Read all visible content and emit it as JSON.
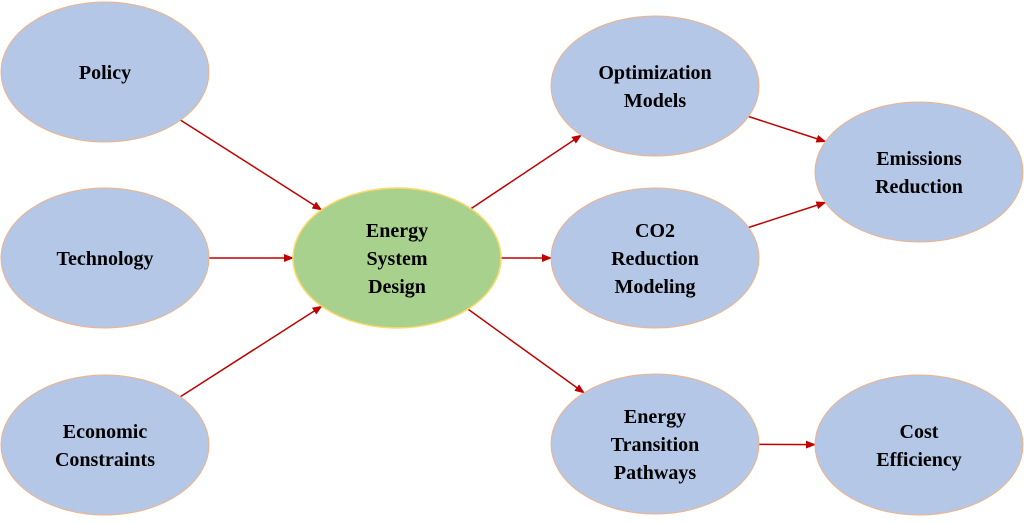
{
  "diagram": {
    "colors": {
      "node_fill": "#b4c7e7",
      "node_stroke": "#f4b183",
      "center_fill": "#a9d18e",
      "center_stroke": "#ffd966",
      "arrow": "#c00000"
    },
    "nodes": [
      {
        "id": "policy",
        "lines": [
          "Policy"
        ],
        "kind": "input"
      },
      {
        "id": "technology",
        "lines": [
          "Technology"
        ],
        "kind": "input"
      },
      {
        "id": "economic-constraints",
        "lines": [
          "Economic",
          "Constraints"
        ],
        "kind": "input"
      },
      {
        "id": "energy-system-design",
        "lines": [
          "Energy",
          "System",
          "Design"
        ],
        "kind": "center"
      },
      {
        "id": "optimization-models",
        "lines": [
          "Optimization",
          "Models"
        ],
        "kind": "method"
      },
      {
        "id": "co2-reduction-modeling",
        "lines": [
          "CO2",
          "Reduction",
          "Modeling"
        ],
        "kind": "method"
      },
      {
        "id": "energy-transition-pathways",
        "lines": [
          "Energy",
          "Transition",
          "Pathways"
        ],
        "kind": "method"
      },
      {
        "id": "emissions-reduction",
        "lines": [
          "Emissions",
          "Reduction"
        ],
        "kind": "outcome"
      },
      {
        "id": "cost-efficiency",
        "lines": [
          "Cost",
          "Efficiency"
        ],
        "kind": "outcome"
      }
    ],
    "edges": [
      {
        "from": "policy",
        "to": "energy-system-design"
      },
      {
        "from": "technology",
        "to": "energy-system-design"
      },
      {
        "from": "economic-constraints",
        "to": "energy-system-design"
      },
      {
        "from": "energy-system-design",
        "to": "optimization-models"
      },
      {
        "from": "energy-system-design",
        "to": "co2-reduction-modeling"
      },
      {
        "from": "energy-system-design",
        "to": "energy-transition-pathways"
      },
      {
        "from": "optimization-models",
        "to": "emissions-reduction"
      },
      {
        "from": "co2-reduction-modeling",
        "to": "emissions-reduction"
      },
      {
        "from": "energy-transition-pathways",
        "to": "cost-efficiency"
      }
    ]
  }
}
